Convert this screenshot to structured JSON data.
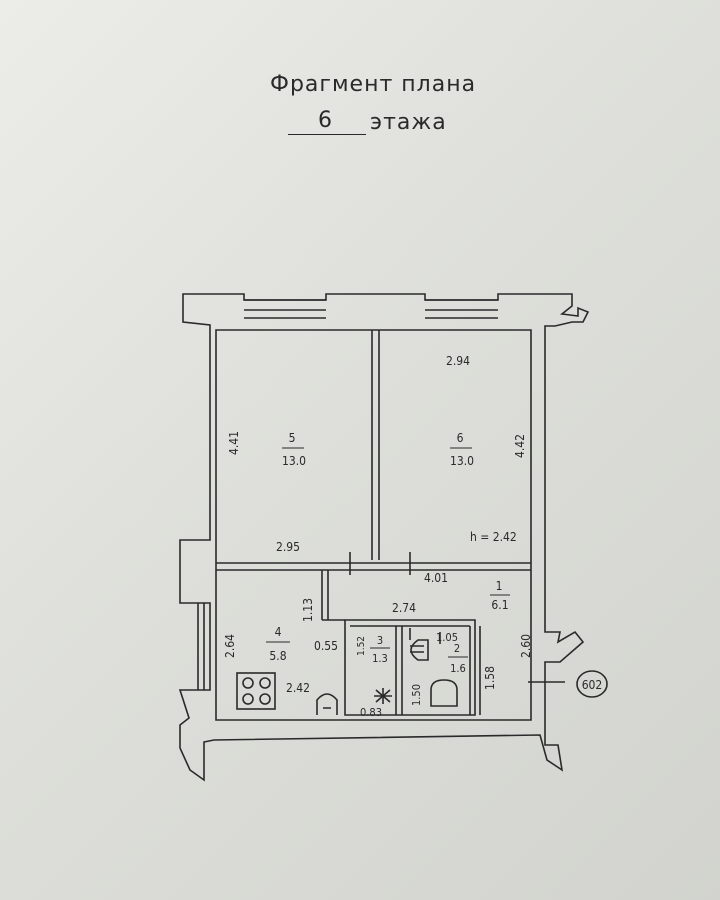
{
  "title": {
    "line1": "Фрагмент плана",
    "floor_number": "6",
    "line2_suffix": "этажа"
  },
  "rooms": [
    {
      "id": "room-5",
      "number": "5",
      "area": "13.0"
    },
    {
      "id": "room-6",
      "number": "6",
      "area": "13.0"
    },
    {
      "id": "room-1",
      "number": "1",
      "area": "6.1"
    },
    {
      "id": "room-4",
      "number": "4",
      "area": "5.8"
    },
    {
      "id": "room-3",
      "number": "3",
      "area": "1.3"
    },
    {
      "id": "room-2",
      "number": "2",
      "area": "1.6"
    }
  ],
  "dimensions": {
    "room5_height": "4.41",
    "room5_width": "2.95",
    "room6_top_width": "2.94",
    "room6_height": "4.42",
    "ceiling_height": "h = 2.42",
    "hall_width": "4.01",
    "hall_left_depth": "1.13",
    "corridor_width": "2.74",
    "kitchen_height": "2.64",
    "kitchen_gap": "0.55",
    "kitchen_width": "2.42",
    "room3_depth": "1.52",
    "room3_width": "0.83",
    "room2_width": "1.05",
    "room2_depth": "1.50",
    "hall_right_depth": "1.58",
    "right_wall_length": "2.60"
  },
  "grid_axis_label": "602"
}
